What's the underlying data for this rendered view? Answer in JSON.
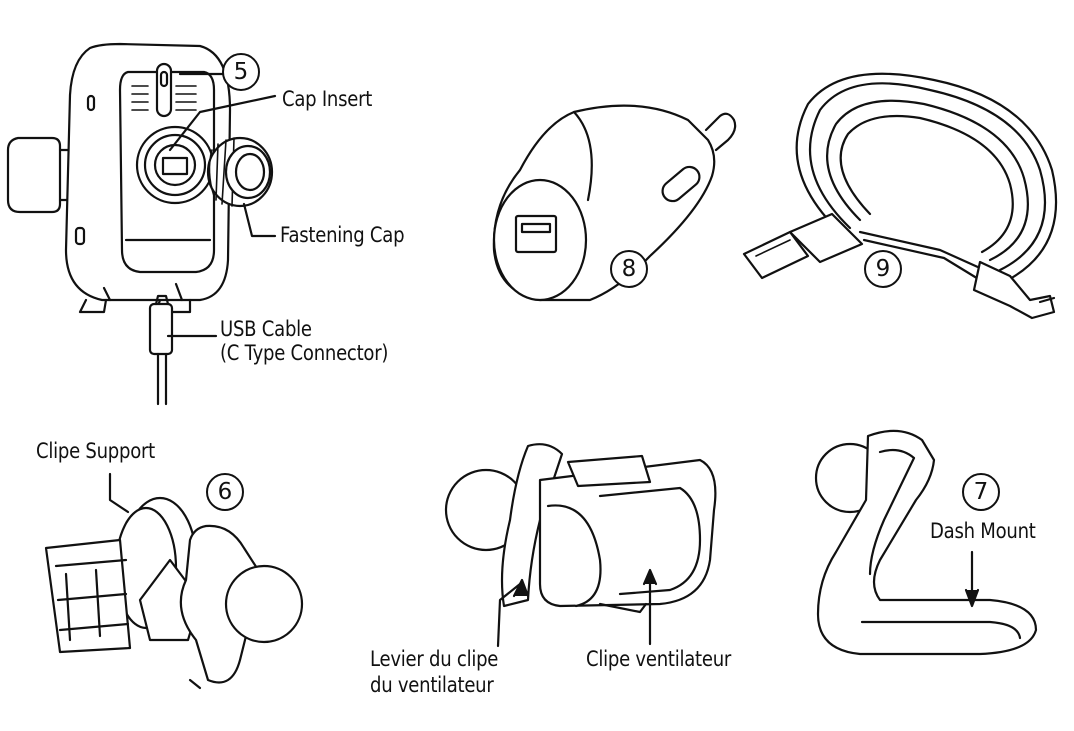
{
  "labels": {
    "cap_insert": "Cap Insert",
    "fastening_cap": "Fastening Cap",
    "usb_cable_line1": "USB Cable",
    "usb_cable_line2": "(C Type Connector)",
    "clipe_support": "Clipe Support",
    "levier_line1": "Levier du clipe",
    "levier_line2": "du ventilateur",
    "clipe_ventilateur": "Clipe ventilateur",
    "dash_mount": "Dash Mount"
  },
  "callouts": {
    "holder": "5",
    "vent_clip": "6",
    "dash_mount": "7",
    "car_charger": "8",
    "usb_cable": "9"
  },
  "colors": {
    "line": "#111111",
    "fill": "#ffffff",
    "shade": "#d9d9d9"
  }
}
